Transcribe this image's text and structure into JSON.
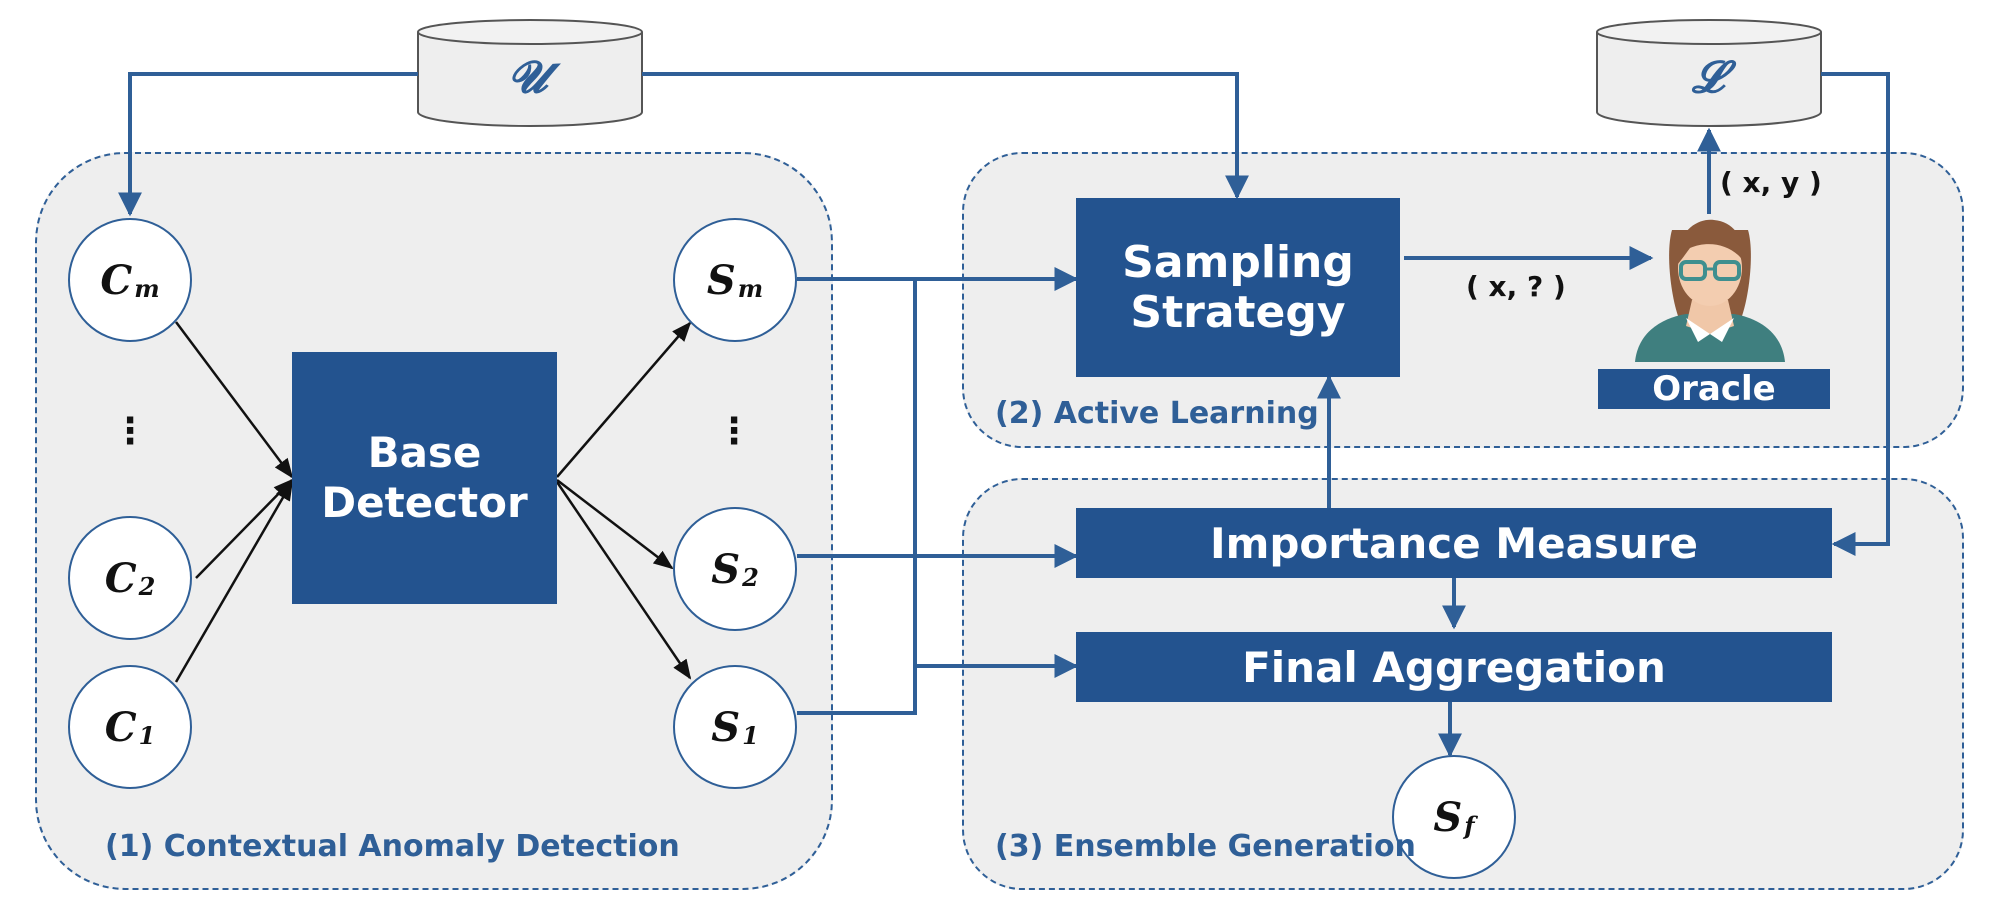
{
  "regions": {
    "contextual": "(1) Contextual Anomaly Detection",
    "active": "(2)  Active Learning",
    "ensemble": "(3)  Ensemble Generation"
  },
  "databases": {
    "unlabeled": "𝓤",
    "labeled": "𝓛"
  },
  "boxes": {
    "base_detector_line1": "Base",
    "base_detector_line2": "Detector",
    "sampling_line1": "Sampling",
    "sampling_line2": "Strategy",
    "importance": "Importance Measure",
    "aggregation": "Final Aggregation",
    "oracle": "Oracle"
  },
  "nodes": {
    "c_m": {
      "base": "C",
      "sub": "m"
    },
    "c_2": {
      "base": "C",
      "sub": "2"
    },
    "c_1": {
      "base": "C",
      "sub": "1"
    },
    "s_m": {
      "base": "S",
      "sub": "m"
    },
    "s_2": {
      "base": "S",
      "sub": "2"
    },
    "s_1": {
      "base": "S",
      "sub": "1"
    },
    "s_f": {
      "base": "S",
      "sub": "f"
    }
  },
  "ellipsis": "⋮",
  "edge_labels": {
    "query": "( x, ? )",
    "answer": "( x, y )"
  },
  "colors": {
    "accent": "#23538f",
    "line": "#2f5f97",
    "region_fill": "#eeeeee"
  }
}
